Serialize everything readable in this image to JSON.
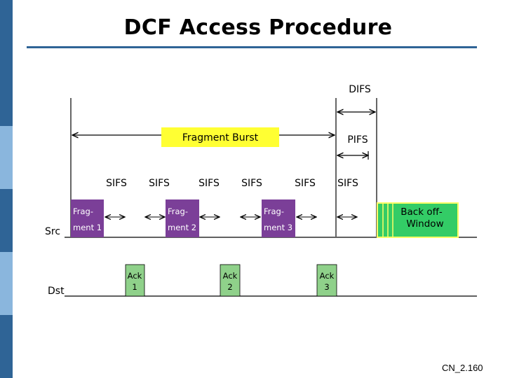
{
  "slide": {
    "title": "DCF Access Procedure",
    "footer": "CN_2.160",
    "accent_color": "#2f6496",
    "sidebar_colors": [
      "#2f6496",
      "#8ab6dd",
      "#2f6496",
      "#8ab6dd",
      "#2f6496"
    ]
  },
  "diagram": {
    "rows": [
      {
        "label": "Src"
      },
      {
        "label": "Dst"
      }
    ],
    "intervals": {
      "difs": "DIFS",
      "pifs": "PIFS",
      "burst": "Fragment Burst"
    },
    "sifs_labels": [
      "SIFS",
      "SIFS",
      "SIFS",
      "SIFS",
      "SIFS",
      "SIFS"
    ],
    "fragments": [
      {
        "line1": "Frag-",
        "line2": "ment 1"
      },
      {
        "line1": "Frag-",
        "line2": "ment 2"
      },
      {
        "line1": "Frag-",
        "line2": "ment 3"
      }
    ],
    "acks": [
      {
        "line1": "Ack",
        "line2": "1"
      },
      {
        "line1": "Ack",
        "line2": "2"
      },
      {
        "line1": "Ack",
        "line2": "3"
      }
    ],
    "backoff": {
      "line1": "Back off-",
      "line2": "Window"
    },
    "colors": {
      "fragment_fill": "#7b3f98",
      "fragment_text": "#ffffff",
      "ack_fill": "#8fd18a",
      "burst_fill": "#ffff33",
      "backoff_fill": "#33cc66",
      "backoff_border": "#ffff66"
    }
  }
}
